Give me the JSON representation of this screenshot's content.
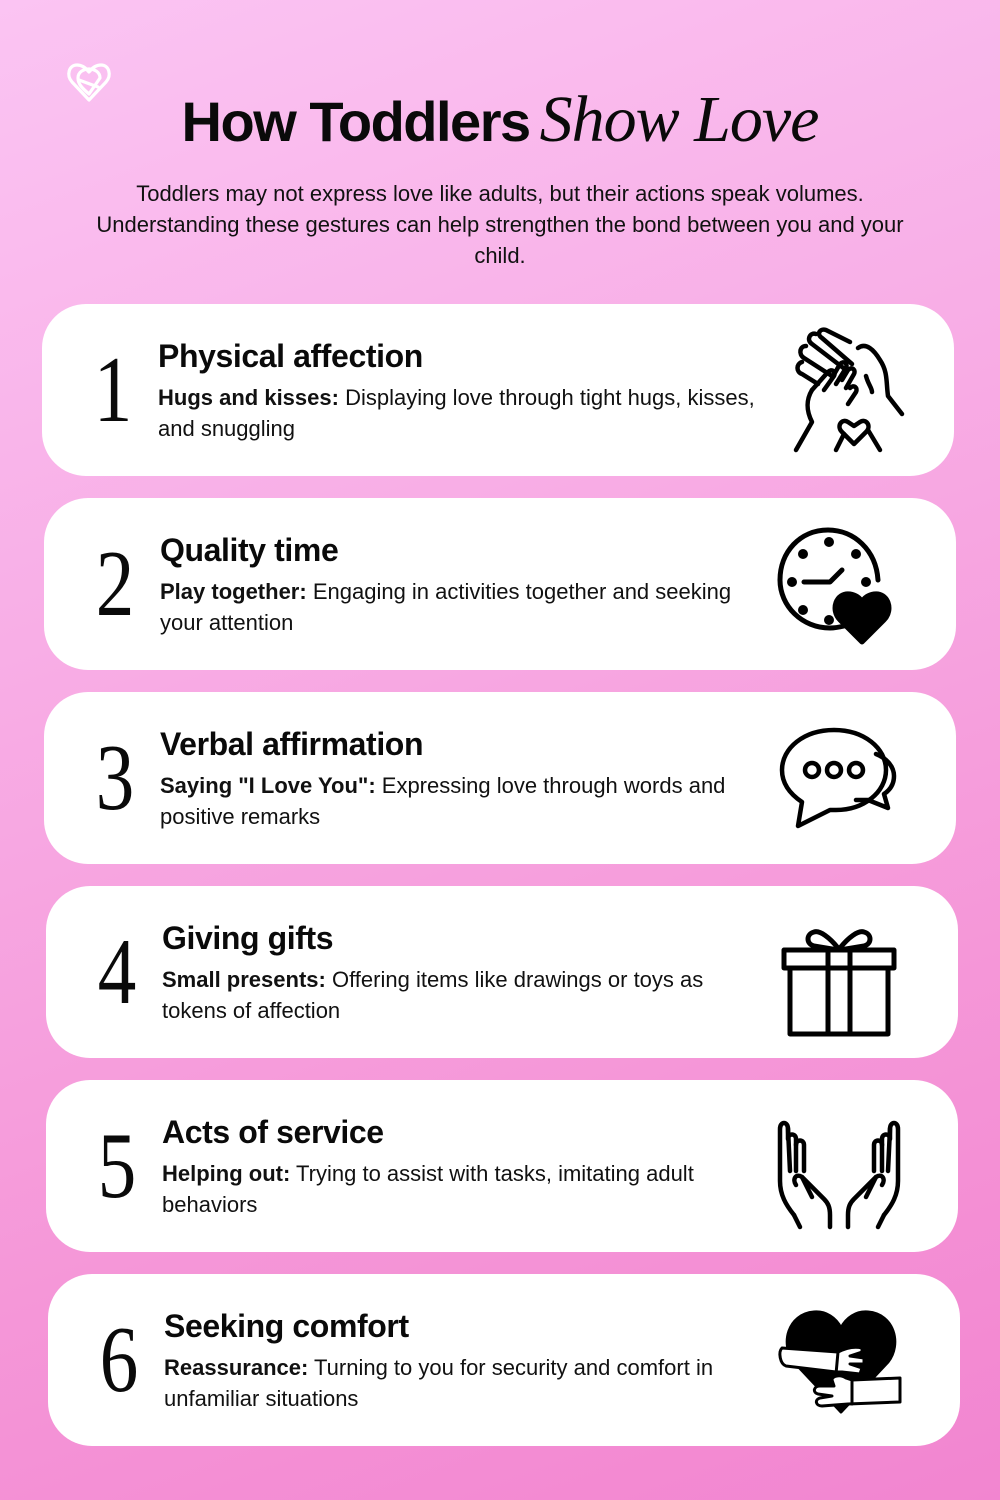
{
  "header": {
    "logo_icon": "heart-hug-logo-icon",
    "title_bold": "How Toddlers",
    "title_script": "Show Love",
    "intro": "Toddlers may not express love like adults, but their actions speak volumes. Understanding these gestures can help strengthen the bond between you and your child."
  },
  "colors": {
    "background_top": "#fbc4f3",
    "background_bottom": "#f285d0",
    "card": "#ffffff",
    "text": "#0a0a0a"
  },
  "cards": [
    {
      "number": "1",
      "heading": "Physical affection",
      "label": "Hugs and kisses:",
      "text": "Displaying love through tight hugs, kisses, and snuggling",
      "icon": "holding-hands-heart-icon"
    },
    {
      "number": "2",
      "heading": "Quality time",
      "label": "Play together:",
      "text": "Engaging in activities together and seeking your attention",
      "icon": "clock-heart-icon"
    },
    {
      "number": "3",
      "heading": "Verbal affirmation",
      "label": "Saying \"I Love You\":",
      "text": "Expressing love through words and positive remarks",
      "icon": "speech-bubbles-icon"
    },
    {
      "number": "4",
      "heading": "Giving gifts",
      "label": "Small presents:",
      "text": "Offering items like drawings or toys as tokens of affection",
      "icon": "gift-box-icon"
    },
    {
      "number": "5",
      "heading": "Acts of service",
      "label": "Helping out:",
      "text": "Trying to assist with tasks, imitating adult behaviors",
      "icon": "open-hands-icon"
    },
    {
      "number": "6",
      "heading": "Seeking comfort",
      "label": "Reassurance:",
      "text": "Turning to you for security and comfort in unfamiliar situations",
      "icon": "hugging-heart-icon"
    }
  ]
}
